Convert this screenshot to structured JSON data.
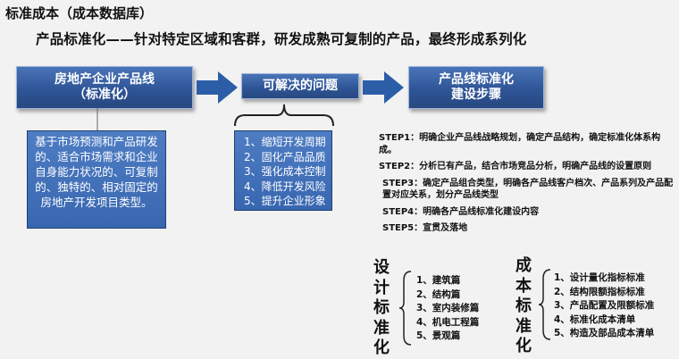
{
  "page_title": "标准成本（成本数据库）",
  "subtitle": "产品标准化——针对特定区域和客群，研发成熟可复制的产品，最终形成系列化",
  "header1": {
    "line1": "房地产企业产品线",
    "line2": "（标准化）"
  },
  "header2": {
    "label": "可解决的问题"
  },
  "header3": {
    "line1": "产品线标准化",
    "line2": "建设步骤"
  },
  "description": "基于市场预测和产品研发的、适合市场需求和企业自身能力状况的、可复制的、独特的、相对固定的房地产开发项目类型。",
  "problems": [
    "1、缩短开发周期",
    "2、固化产品品质",
    "3、强化成本控制",
    "4、降低开发风险",
    "5、提升企业形象"
  ],
  "steps": [
    "STEP1：明确企业产品线战略规划，确定产品结构，确定标准化体系构成。",
    "STEP2：分析已有产品，结合市场竞品分析，明确产品线的设置原则",
    "STEP3：确定产品组合类型，明确各产品线客户档次、产品系列及产品配置对应关系，划分产品线类型",
    "STEP4：明确各产品线标准化建设内容",
    "STEP5：宣贯及落地"
  ],
  "design_std": {
    "title": [
      "设",
      "计",
      "标",
      "准",
      "化"
    ],
    "items": [
      "1、建筑篇",
      "2、结构篇",
      "3、室内装修篇",
      "4、机电工程篇",
      "5、景观篇"
    ]
  },
  "cost_std": {
    "title": [
      "成",
      "本",
      "标",
      "准",
      "化"
    ],
    "items": [
      "1、设计量化指标标准",
      "2、结构限额指标标准",
      "3、产品配置及限额标准",
      "4、标准化成本清单",
      "5、构造及部品成本清单"
    ]
  },
  "colors": {
    "header_blue": "#2f5597",
    "box_blue": "#4472c4",
    "arrow_blue": "#2c5ea8"
  }
}
